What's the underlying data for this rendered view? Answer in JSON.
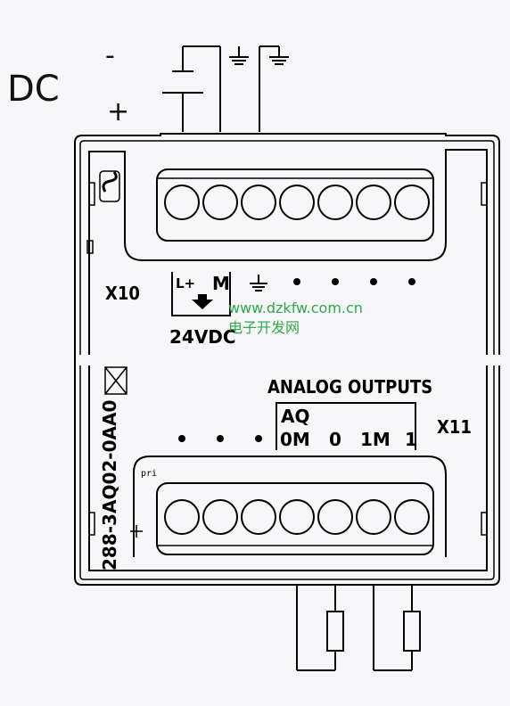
{
  "power": {
    "label": "DC",
    "minus": "-",
    "plus": "+"
  },
  "connector_top": {
    "id": "X10",
    "terminal_labels": {
      "lplus": "L+",
      "m": "M"
    },
    "voltage": "24VDC"
  },
  "connector_bottom": {
    "id": "X11",
    "title": "ANALOG OUTPUTS",
    "group": "AQ",
    "terminals": [
      "0M",
      "0",
      "1M",
      "1"
    ]
  },
  "part_number": "288-3AQ02-0AA0",
  "watermark": {
    "url": "www.dzkfw.com.cn",
    "cn": "电子开发网"
  },
  "small_text": "pri",
  "colors": {
    "line": "#000000",
    "background": "#f7f7f9",
    "watermark": "#2ea84a"
  }
}
